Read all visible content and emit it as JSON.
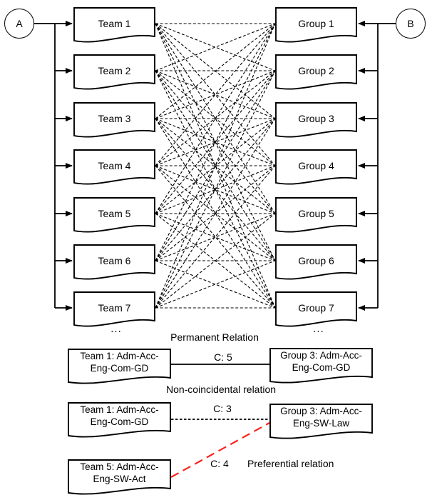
{
  "diagram": {
    "left_source": "A",
    "right_source": "B",
    "teams": [
      "Team 1",
      "Team 2",
      "Team 3",
      "Team 4",
      "Team 5",
      "Team 6",
      "Team 7"
    ],
    "groups": [
      "Group 1",
      "Group 2",
      "Group 3",
      "Group 4",
      "Group 5",
      "Group 6",
      "Group 7"
    ],
    "teams_ellipsis": "...",
    "groups_ellipsis": "...",
    "colors": {
      "line": "#000000",
      "preferential_line": "#fa221b"
    }
  },
  "examples": {
    "permanent": {
      "label": "Permanent Relation",
      "weight": "C: 5",
      "from": "Team 1: Adm-Acc-\nEng-Com-GD",
      "to": "Group 3: Adm-Acc-\nEng-Com-GD",
      "line_style": "solid"
    },
    "non_coincidental": {
      "label": "Non-coincidental relation",
      "weight": "C: 3",
      "from": "Team 1: Adm-Acc-\nEng-Com-GD",
      "to": "Group 3: Adm-Acc-\nEng-SW-Law",
      "line_style": "dashed"
    },
    "preferential": {
      "label": "Preferential relation",
      "weight": "C: 4",
      "from": "Team 5: Adm-Acc-\nEng-SW-Act",
      "line_style": "dashed-red"
    }
  }
}
